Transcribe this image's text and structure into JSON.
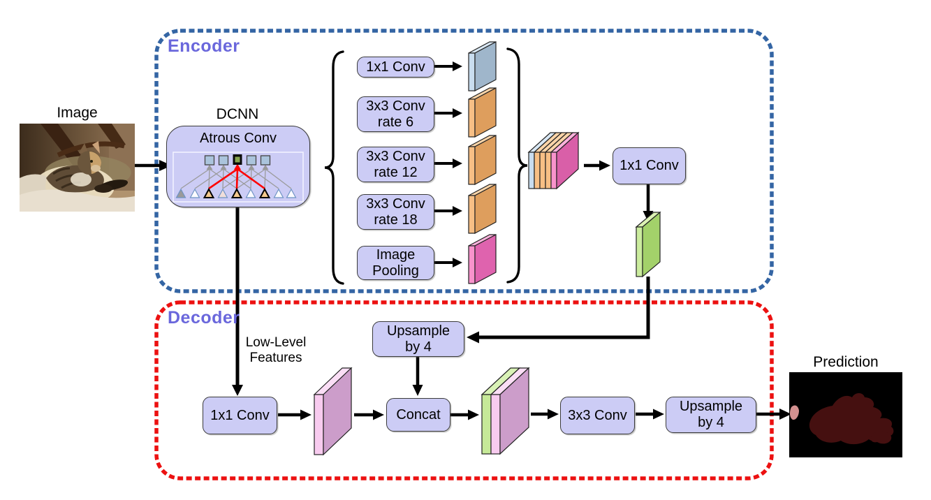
{
  "figure": {
    "input_label": "Image",
    "output_label": "Prediction"
  },
  "encoder": {
    "title": "Encoder",
    "dcnn_label": "DCNN",
    "atrous_label": "Atrous Conv",
    "aspp_branches": [
      "1x1 Conv",
      "3x3 Conv\nrate 6",
      "3x3 Conv\nrate 12",
      "3x3 Conv\nrate 18",
      "Image\nPooling"
    ],
    "projection_label": "1x1 Conv"
  },
  "decoder": {
    "title": "Decoder",
    "low_level_label": "Low-Level\nFeatures",
    "upsample_in_label": "Upsample\nby 4",
    "conv1x1_label": "1x1 Conv",
    "concat_label": "Concat",
    "conv3x3_label": "3x3 Conv",
    "upsample_out_label": "Upsample\nby 4"
  },
  "colors": {
    "encoder_border": "#3465a4",
    "decoder_border": "#ec1111",
    "section_title": "#6a67dc",
    "node_fill": "#ccccf5",
    "node_border": "#3a3a3a",
    "slab_blue": [
      "#c9ddef",
      "#9fb6cb"
    ],
    "slab_orange": [
      "#f7bf85",
      "#de9e5d"
    ],
    "slab_pink": [
      "#f893cc",
      "#df63ae"
    ],
    "slab_green": [
      "#cbec9e",
      "#a3d16a"
    ],
    "slab_plum": [
      "#f8cbef",
      "#cc9dca"
    ],
    "atrous_highlight": "#ff0000",
    "prediction_bg": "#000000",
    "prediction_mask": "#451010",
    "prediction_accent": "#d49190"
  }
}
